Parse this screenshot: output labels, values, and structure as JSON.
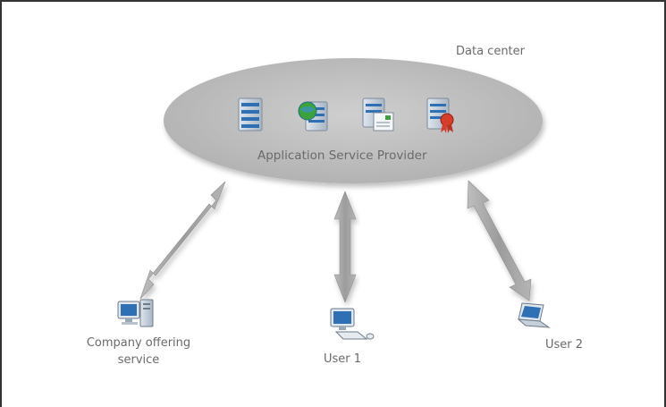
{
  "diagram": {
    "data_center_label": "Data center",
    "provider_label": "Application Service Provider",
    "nodes": {
      "company_label": "Company offering service",
      "user1_label": "User 1",
      "user2_label": "User 2"
    },
    "server_icons": [
      "server-stack-icon",
      "web-server-globe-icon",
      "mail-server-icon",
      "certificate-server-icon"
    ],
    "colors": {
      "cloud": "#bcbcbc",
      "arrow": "#a9a9a9",
      "label": "#6a6a6a",
      "server_blue": "#2f6fb3",
      "globe_green": "#3aa43a",
      "badge_red": "#d63d2a"
    }
  }
}
